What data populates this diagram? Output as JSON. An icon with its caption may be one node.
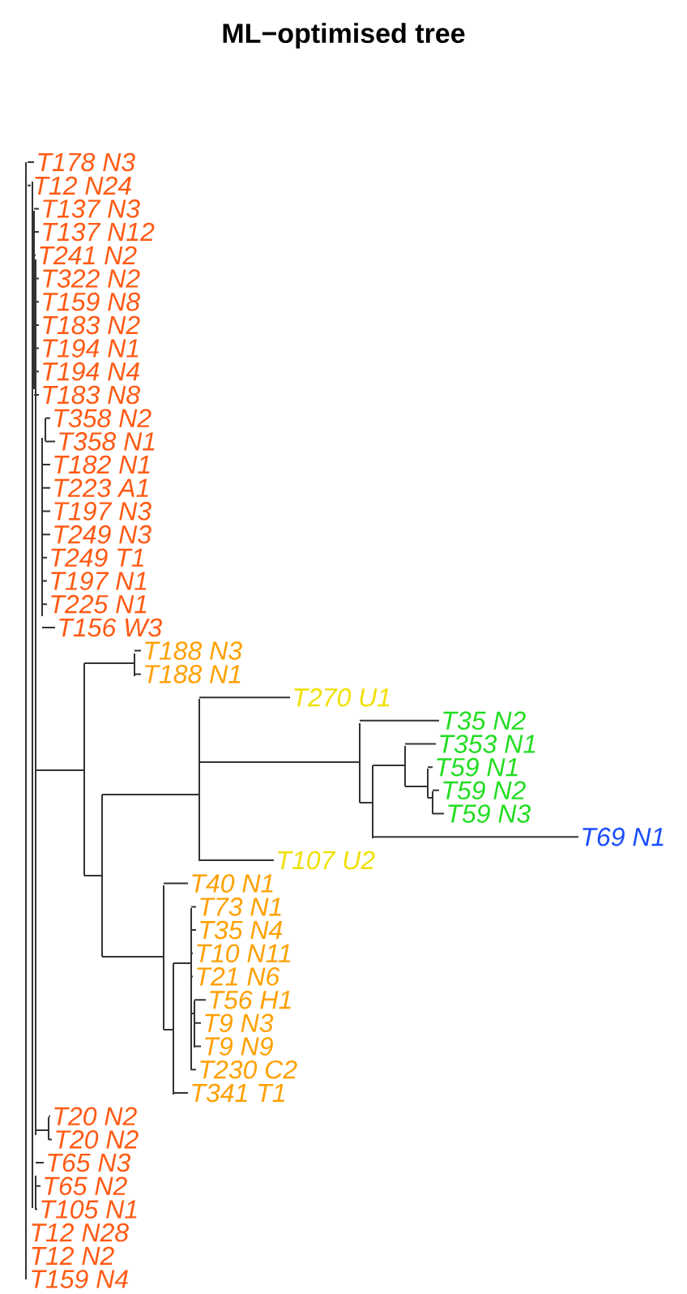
{
  "diagram": {
    "title": "ML−optimised tree",
    "labels": [
      "T178 N3",
      "T12 N24",
      "T137 N3",
      "T137 N12",
      "T241 N2",
      "T322 N2",
      "T159 N8",
      "T183 N2",
      "T194 N1",
      "T194 N4",
      "T183 N8",
      "T358 N2",
      "T358 N1",
      "T182 N1",
      "T223 A1",
      "T197 N3",
      "T249 N3",
      "T249 T1",
      "T197 N1",
      "T225 N1",
      "T156 W3",
      "T188 N3",
      "T188 N1",
      "T270 U1",
      "T35 N2",
      "T353 N1",
      "T59 N1",
      "T59 N2",
      "T59 N3",
      "T69 N1",
      "T107 U2",
      "T40 N1",
      "T73 N1",
      "T35 N4",
      "T10 N11",
      "T21 N6",
      "T56 H1",
      "T9 N3",
      "T9 N9",
      "T230 C2",
      "T341 T1",
      "T20 N2",
      "T20 N2",
      "T65 N3",
      "T65 N2",
      "T105 N1",
      "T12 N28",
      "T12 N2",
      "T159 N4"
    ]
  }
}
